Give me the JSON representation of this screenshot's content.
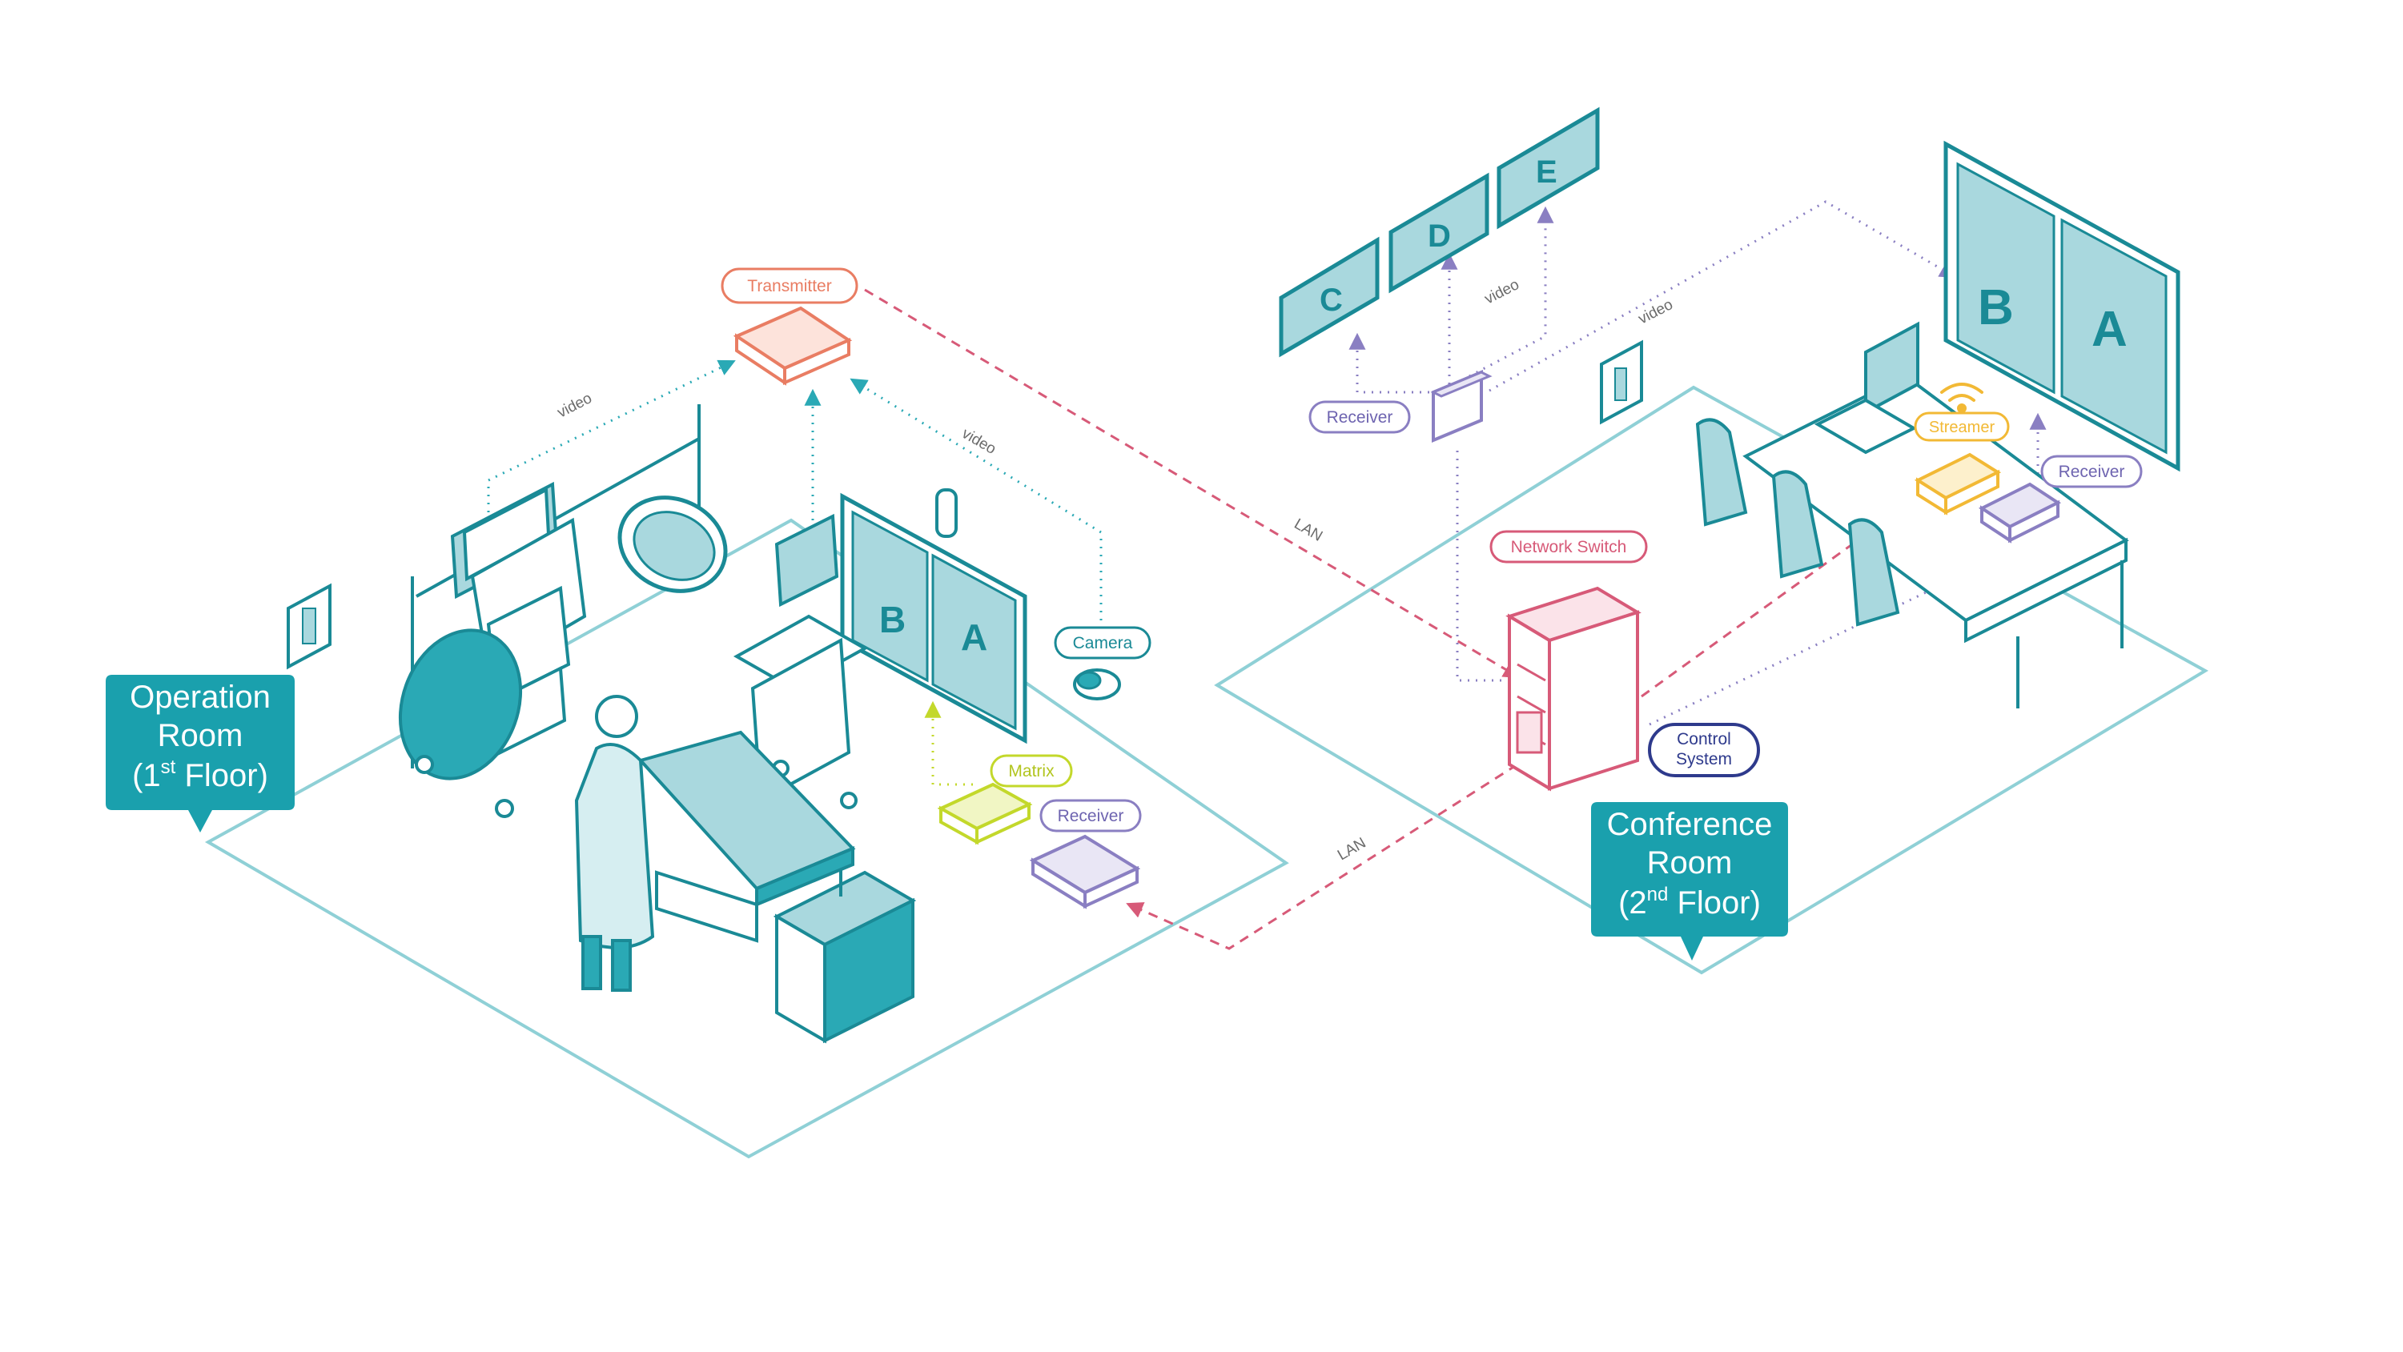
{
  "colors": {
    "teal": "#1a8a96",
    "teal_fill": "#a9d8de",
    "teal_dark": "#2aa9b5",
    "room_outline": "#8fd0d6",
    "orange": "#e97d63",
    "pink": "#d75a78",
    "purple": "#8a7fc2",
    "navy": "#2e3a8c",
    "yellow_green": "#c3d82b",
    "yellow": "#f2b935",
    "dot_teal": "#2aa9b5"
  },
  "rooms": {
    "operation": {
      "line1": "Operation",
      "line2": "Room",
      "line3_pre": "(1",
      "line3_sup": "st",
      "line3_post": " Floor)"
    },
    "conference": {
      "line1": "Conference",
      "line2": "Room",
      "line3_pre": "(2",
      "line3_sup": "nd",
      "line3_post": " Floor)"
    }
  },
  "devices": {
    "transmitter": "Transmitter",
    "camera": "Camera",
    "matrix": "Matrix",
    "receiver_or": "Receiver",
    "receiver_top": "Receiver",
    "receiver_conf": "Receiver",
    "network_switch": "Network Switch",
    "streamer": "Streamer",
    "control_line1": "Control",
    "control_line2": "System"
  },
  "links": {
    "video_1": "video",
    "video_2": "video",
    "video_3": "video",
    "video_4": "video",
    "lan_1": "LAN",
    "lan_2": "LAN"
  },
  "screens": {
    "or_left": "B",
    "or_right": "A",
    "conf_left": "B",
    "conf_right": "A",
    "wall_c": "C",
    "wall_d": "D",
    "wall_e": "E"
  }
}
